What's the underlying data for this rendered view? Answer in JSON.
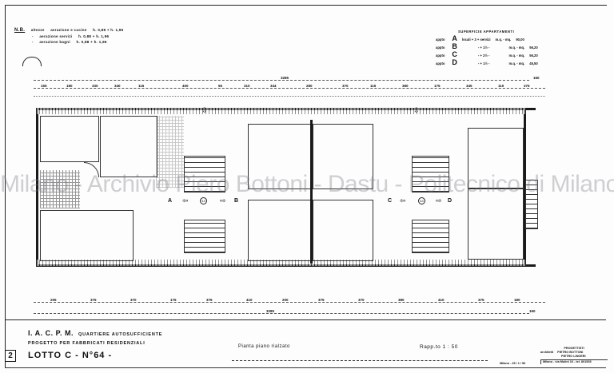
{
  "notes": {
    "nb": "N.B.",
    "rows": [
      {
        "col1": "altezze",
        "col2": "aerazione e cucine",
        "col3": "h. 0,88 + h. 1,96"
      },
      {
        "col1": "-",
        "col2": "aerazione servizi",
        "col3": "h. 0,88 + h. 1,96"
      },
      {
        "col1": "-",
        "col2": "aerazione bagni",
        "col3": "h. 0,88 + h. 1,96"
      }
    ]
  },
  "surfaces": {
    "title": "SUPERFICIE APPARTAMENTI",
    "rows": [
      {
        "prefix": "appto",
        "letter": "A",
        "desc": "locali + 3 + servizi",
        "unit": "m.q. - mq.",
        "value": "90,00"
      },
      {
        "prefix": "appto",
        "letter": "B",
        "desc": "- + 1½ -",
        "unit": "m.q. - mq.",
        "value": "56,20"
      },
      {
        "prefix": "appto",
        "letter": "C",
        "desc": "- + 2½ -",
        "unit": "m.q. - mq.",
        "value": "56,20"
      },
      {
        "prefix": "appto",
        "letter": "D",
        "desc": "- + 1½ -",
        "unit": "m.q. - mq.",
        "value": "45,50"
      }
    ]
  },
  "dimensions": {
    "top_total": "3285",
    "top_right": "160",
    "bottom_total": "3285",
    "bottom_right": "160",
    "top_row": [
      "155",
      "180",
      "330",
      "340",
      "115",
      "400",
      "55",
      "310",
      "344",
      "280",
      "370",
      "115",
      "380",
      "175",
      "345",
      "110",
      "375"
    ],
    "bottom_row": [
      "205",
      "375",
      "370",
      "175",
      "375",
      "410",
      "200",
      "375",
      "370",
      "380",
      "410",
      "375",
      "180"
    ]
  },
  "plan": {
    "units": [
      "A",
      "B",
      "C",
      "D"
    ]
  },
  "watermark": "Milano - Archivio Piero Bottoni - Dastu - Politecnico di Milano",
  "title_block": {
    "sheet_number": "2",
    "line1_main": "I. A. C. P. M.",
    "line1_sub": "QUARTIERE AUTOSUFFICIENTE",
    "line2": "PROGETTO PER FABBRICATI RESIDENZIALI",
    "line3": "LOTTO C - N°64 -",
    "drawing_title": "Pianta piano rialzato",
    "scale": "Rapp.to 1 : 50",
    "date_label": "Milano - 25 / 1 / 56",
    "designers": {
      "header": "PROGETTISTI",
      "role": "architetti",
      "name1": "PIETRO BOTTONI",
      "name2": "PIETRO LINGERI",
      "address": "Milano - via Mulini 16 - tel. 801535"
    }
  }
}
